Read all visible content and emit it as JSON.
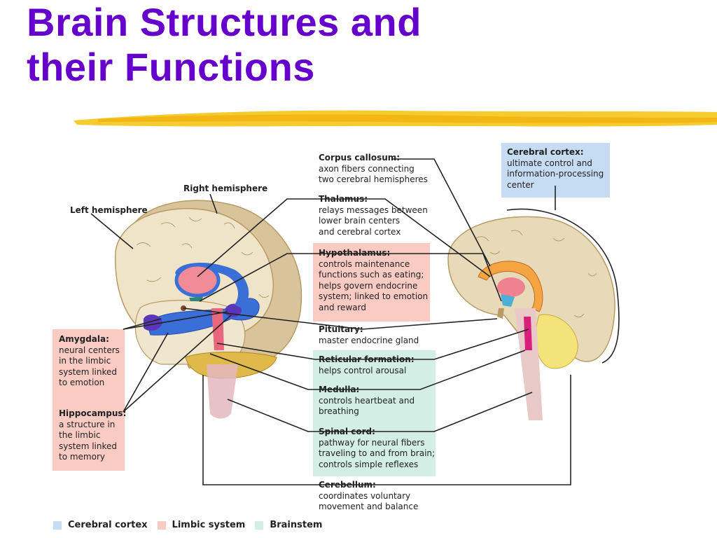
{
  "title": {
    "line1": "Brain Structures and",
    "line2": "their Functions"
  },
  "colors": {
    "title": "#6600cc",
    "cerebral_cortex_box": "#c6dcf2",
    "limbic_box": "#f9cbc3",
    "brainstem_box": "#d3eee5",
    "underline_stroke": "#f5c518"
  },
  "hemispheres": {
    "left": "Left hemisphere",
    "right": "Right hemisphere"
  },
  "labels": {
    "corpus_callosum": {
      "heading": "Corpus callosum:",
      "desc": [
        "axon fibers connecting",
        "two cerebral hemispheres"
      ]
    },
    "thalamus": {
      "heading": "Thalamus:",
      "desc": [
        "relays messages between",
        "lower brain centers",
        "and cerebral cortex"
      ]
    },
    "hypothalamus": {
      "heading": "Hypothalamus:",
      "desc": [
        "controls maintenance",
        "functions such as eating;",
        "helps govern endocrine",
        "system; linked to emotion",
        "and reward"
      ]
    },
    "pituitary": {
      "heading": "Pituitary:",
      "desc": [
        "master endocrine gland"
      ]
    },
    "reticular_formation": {
      "heading": "Reticular formation:",
      "desc": [
        "helps control arousal"
      ]
    },
    "medulla": {
      "heading": "Medulla:",
      "desc": [
        "controls heartbeat and",
        "breathing"
      ]
    },
    "spinal_cord": {
      "heading": "Spinal cord:",
      "desc": [
        "pathway for neural fibers",
        "traveling to and from brain;",
        "controls simple reflexes"
      ]
    },
    "cerebellum": {
      "heading": "Cerebellum:",
      "desc": [
        "coordinates voluntary",
        "movement and balance"
      ]
    },
    "cerebral_cortex": {
      "heading": "Cerebral cortex:",
      "desc": [
        "ultimate control and",
        "information-processing",
        "center"
      ]
    },
    "amygdala": {
      "heading": "Amygdala:",
      "desc": [
        "neural centers",
        "in the limbic",
        "system linked",
        "to emotion"
      ]
    },
    "hippocampus": {
      "heading": "Hippocampus:",
      "desc": [
        "a structure in",
        "the limbic",
        "system linked",
        "to memory"
      ]
    }
  },
  "legend": [
    {
      "label": "Cerebral cortex",
      "color": "#c6dcf2"
    },
    {
      "label": "Limbic system",
      "color": "#f9cbc3"
    },
    {
      "label": "Brainstem",
      "color": "#d3eee5"
    }
  ]
}
